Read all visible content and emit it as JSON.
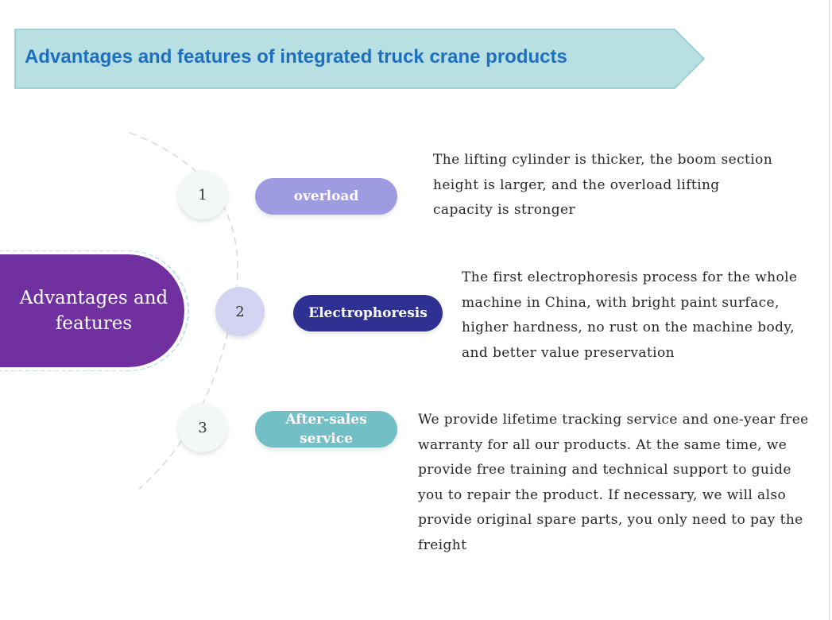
{
  "banner": {
    "title": "Advantages and features of integrated truck crane products",
    "fill": "#b8dfe1",
    "border": "#8cc9cd",
    "text_color": "#1f6fbf"
  },
  "hub": {
    "label": "Advantages and features",
    "color": "#7030a0"
  },
  "items": [
    {
      "number": "1",
      "label": "overload",
      "color": "#9e9be0",
      "description": "The lifting cylinder is thicker, the boom section height is larger, and the overload lifting capacity is stronger"
    },
    {
      "number": "2",
      "label": "Electrophoresis",
      "color": "#2e3192",
      "description": "The first electrophoresis process for the whole machine in China, with bright paint surface, higher hardness, no rust on the machine body, and better value preservation"
    },
    {
      "number": "3",
      "label": "After-sales service",
      "color": "#72c0c6",
      "description": "We provide lifetime tracking service and one-year free warranty for all our products. At the same time, we provide free training and technical support to guide you to repair the product. If necessary, we will also provide original spare parts, you only need to pay the freight"
    }
  ]
}
